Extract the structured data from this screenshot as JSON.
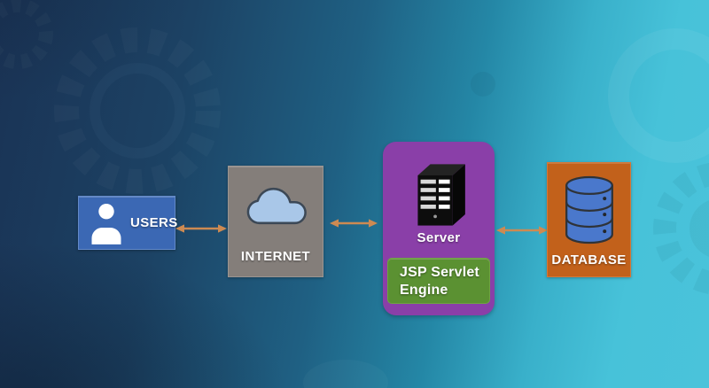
{
  "diagram_type": "web-architecture",
  "nodes": {
    "users": {
      "label": "USERS",
      "icon": "user-icon",
      "box_color": "#3b68b4"
    },
    "internet": {
      "label": "INTERNET",
      "icon": "cloud-icon",
      "box_color": "#847e7a"
    },
    "server": {
      "label": "Server",
      "icon": "server-icon",
      "box_color": "#8a3fa8",
      "engine_label": "JSP Servlet Engine",
      "engine_color": "#5b9132"
    },
    "database": {
      "label": "DATABASE",
      "icon": "database-icon",
      "box_color": "#c2611b"
    }
  },
  "connections": [
    {
      "from": "users",
      "to": "internet",
      "direction": "bidirectional",
      "color": "#cd8a52"
    },
    {
      "from": "internet",
      "to": "server",
      "direction": "bidirectional",
      "color": "#cd8a52"
    },
    {
      "from": "server",
      "to": "database",
      "direction": "bidirectional",
      "color": "#cd8a52"
    }
  ],
  "background": {
    "gradient_dark": "#1a3355",
    "gradient_light": "#4ac3da",
    "decoration": "faint gears"
  }
}
